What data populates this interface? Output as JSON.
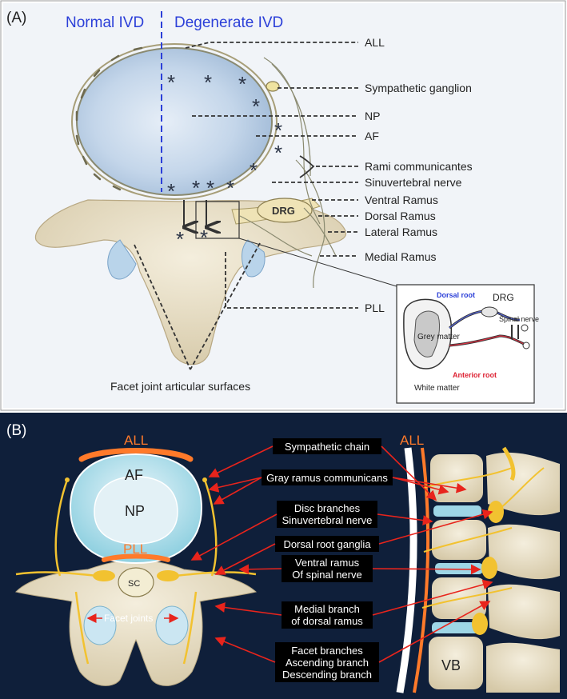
{
  "panelA": {
    "tag": "(A)",
    "normal": "Normal IVD",
    "degenerate": "Degenerate IVD",
    "drg": "DRG",
    "labels": {
      "all": "ALL",
      "symp": "Sympathetic ganglion",
      "np": "NP",
      "af": "AF",
      "rami": "Rami communicantes",
      "sinu": "Sinuvertebral nerve",
      "ventral": "Ventral Ramus",
      "dorsal": "Dorsal Ramus",
      "lateral": "Lateral Ramus",
      "medial": "Medial Ramus",
      "pll": "PLL",
      "facet": "Facet joint articular surfaces"
    },
    "inset": {
      "dorsal_root": "Dorsal root",
      "drg": "DRG",
      "spinal_nerve": "Spinal nerve",
      "grey_matter": "Grey matter",
      "anterior_root": "Anterior root",
      "white_matter": "White matter"
    }
  },
  "panelB": {
    "tag": "(B)",
    "all_left": "ALL",
    "af": "AF",
    "np": "NP",
    "pll": "PLL",
    "sc": "SC",
    "facet_joints": "Facet joints",
    "all_right": "ALL",
    "vb": "VB",
    "labels": {
      "sympathetic_chain": "Sympathetic chain",
      "gray_ramus": "Gray ramus communicans",
      "disc_branches": [
        "Disc branches",
        "Sinuvertebral nerve"
      ],
      "drg": "Dorsal root ganglia",
      "ventral_ramus": [
        "Ventral ramus",
        "Of spinal nerve"
      ],
      "medial_branch": [
        "Medial branch",
        "of dorsal ramus"
      ],
      "facet_branches": [
        "Facet branches",
        "Ascending branch",
        "Descending branch"
      ]
    }
  },
  "colors": {
    "disc_blue": "#b9cfe6",
    "bone": "#e8dfc8",
    "nerve_yellow": "#f2c230",
    "navy_bg": "#0f1f3a",
    "orange": "#ff7a2a",
    "red_arrow": "#e8241c"
  }
}
